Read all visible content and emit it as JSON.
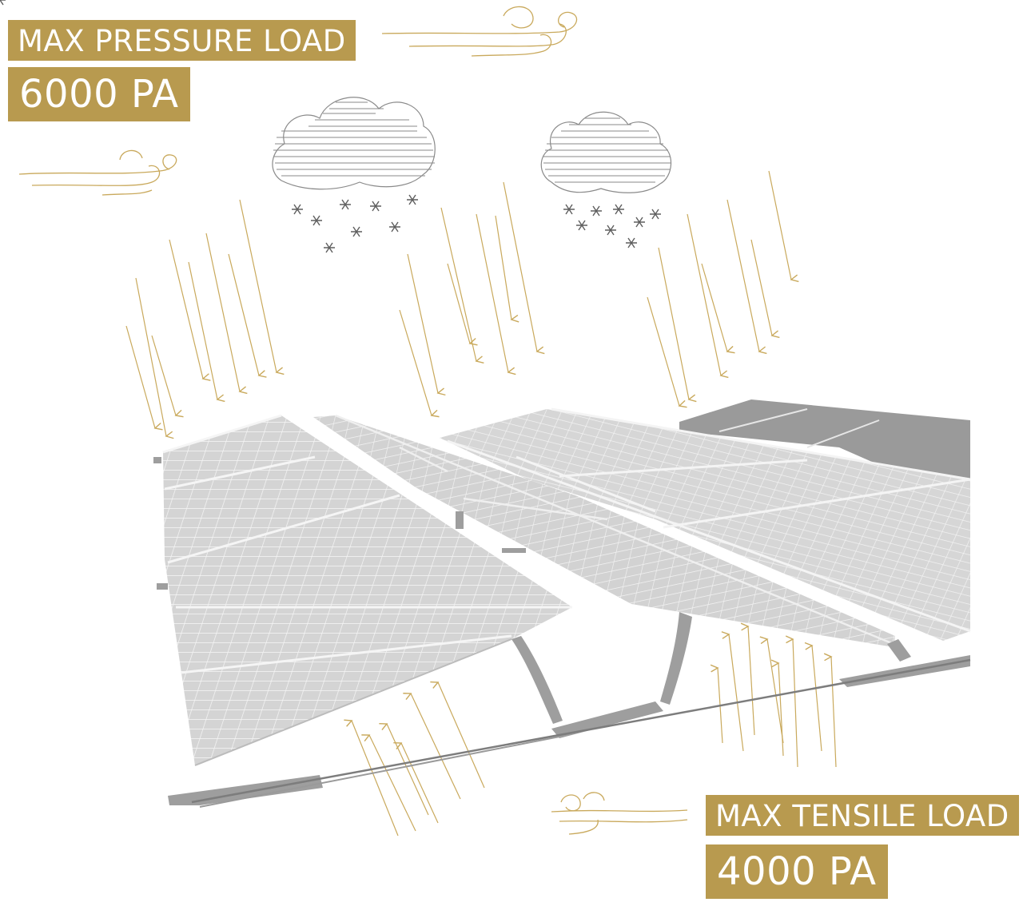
{
  "labels": {
    "pressure_title": "MAX PRESSURE LOAD",
    "pressure_value": "6000 PA",
    "tensile_title": "MAX TENSILE LOAD",
    "tensile_value": "4000 PA"
  },
  "colors": {
    "accent": "#b89a4f",
    "panel": "#d6d6d6",
    "panel_dark": "#9a9a9a",
    "cloud_line": "#7a7a7a"
  },
  "illustration": {
    "subject": "solar-panel-array",
    "icons": [
      "wind-gust-icon",
      "snow-cloud-icon",
      "snowflake-icon",
      "downward-arrow-icon",
      "upward-arrow-icon"
    ]
  }
}
